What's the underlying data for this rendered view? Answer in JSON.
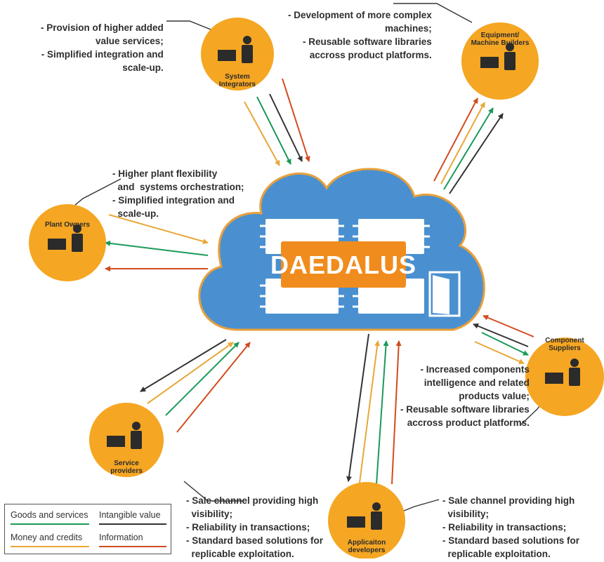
{
  "diagram": {
    "center_title": "DAEDALUS",
    "actors": {
      "system_integrators": "System\nIntegrators",
      "equipment_builders": "Equipment/\nMachine Builders",
      "plant_owners": "Plant Owners",
      "component_suppliers": "Component\nSuppliers",
      "service_providers": "Service\nproviders",
      "application_developers": "Applicaiton\ndevelopers"
    },
    "notes": {
      "system_integrators": "- Provision of higher added\n  value services;\n- Simplified integration and\n  scale-up.",
      "equipment_builders": "- Development of more complex\n  machines;\n- Reusable software libraries\n  accross product platforms.",
      "plant_owners": "- Higher plant flexibility\n  and  systems orchestration;\n- Simplified integration and\n  scale-up.",
      "component_suppliers": "- Increased components\n  intelligence and related\n  products value;\n- Reusable software libraries\n  accross product platforms.",
      "service_providers": "- Sale channel providing high\n  visibility;\n- Reliability in transactions;\n- Standard based solutions for\n  replicable exploitation.",
      "application_developers": "- Sale channel providing high\n  visibility;\n- Reliability in transactions;\n- Standard based solutions for\n  replicable exploitation."
    },
    "legend": {
      "goods": "Goods and services",
      "intangible": "Intangible value",
      "money": "Money and credits",
      "information": "Information"
    },
    "colors": {
      "actor_fill": "#f5a623",
      "cloud_fill": "#4a90d0",
      "cloud_edge": "#e8a03a",
      "banner": "#f08c1e",
      "goods": "#1a9a5a",
      "intangible": "#333333",
      "money": "#e8a838",
      "information": "#d24b1e"
    }
  }
}
